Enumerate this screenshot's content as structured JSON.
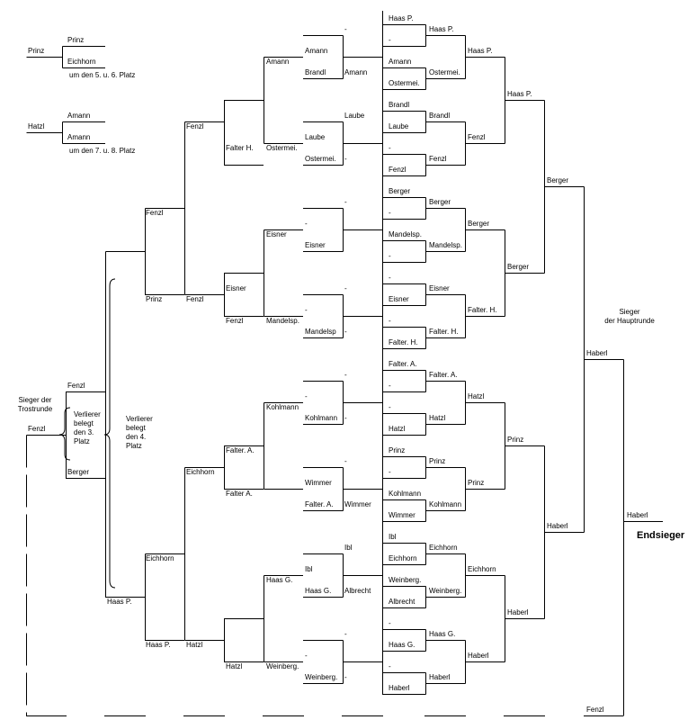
{
  "note_places_5_6": "um den 5. u. 6. Platz",
  "note_places_7_8": "um den 7. u. 8. Platz",
  "label_trostrunde": [
    "Sieger der",
    "Trostrunde"
  ],
  "label_hauptrunde": [
    "Sieger",
    "der Hauptrunde"
  ],
  "label_loser_3": [
    "Verlierer",
    "belegt",
    "den 3.",
    "Platz"
  ],
  "label_loser_4": [
    "Verlierer",
    "belegt",
    "den 4.",
    "Platz"
  ],
  "title_endsieger": "Endsieger",
  "names": [
    "Prinz",
    "Prinz",
    "Eichhorn",
    "Hatzl",
    "Amann",
    "Amann",
    "Amann",
    "Amann",
    "Brandl",
    "Amann",
    "Falter H.",
    "Ostermei.",
    "Laube",
    "Laube",
    "Ostermei.",
    "-",
    "-",
    "Fenzl",
    "Prinz",
    "Fenzl",
    "Fenzl",
    "Eisner",
    "Eisner",
    "-",
    "-",
    "Eisner",
    "Fenzl",
    "Mandelsp.",
    "-",
    "-",
    "Mandelsp",
    "-",
    "Fenzl",
    "Berger",
    "Fenzl",
    "Haas P.",
    "Falter. A.",
    "Kohlmann",
    "-",
    "-",
    "Kohlmann",
    "-",
    "Eichhorn",
    "Falter A.",
    "Wimmer",
    "-",
    "Falter. A.",
    "Wimmer",
    "Eichhorn",
    "Haas P.",
    "Hatzl",
    "Haas G.",
    "Ibl",
    "Ibl",
    "Haas G.",
    "Albrecht",
    "Hatzl",
    "Weinberg.",
    "-",
    "-",
    "Weinberg.",
    "-",
    "Haas P.",
    "-",
    "Amann",
    "Ostermei.",
    "Brandl",
    "Laube",
    "-",
    "Fenzl",
    "Berger",
    "-",
    "Mandelsp.",
    "-",
    "-",
    "Eisner",
    "-",
    "Falter. H.",
    "Falter. A.",
    "-",
    "-",
    "Hatzl",
    "Prinz",
    "-",
    "Kohlmann",
    "Wimmer",
    "Ibl",
    "Eichhorn",
    "Weinberg.",
    "Albrecht",
    "-",
    "Haas G.",
    "-",
    "Haberl",
    "Haas P.",
    "Ostermei.",
    "Brandl",
    "Fenzl",
    "Berger",
    "Mandelsp.",
    "Eisner",
    "Falter. H.",
    "Falter. A.",
    "Hatzl",
    "Prinz",
    "Kohlmann",
    "Eichhorn",
    "Weinberg.",
    "Haas G.",
    "Haberl",
    "Haas P.",
    "Fenzl",
    "Berger",
    "Falter. H.",
    "Hatzl",
    "Prinz",
    "Eichhorn",
    "Haberl",
    "Haas P.",
    "Berger",
    "Prinz",
    "Haberl",
    "Berger",
    "Haberl",
    "Haberl",
    "Haberl",
    "Fenzl"
  ]
}
